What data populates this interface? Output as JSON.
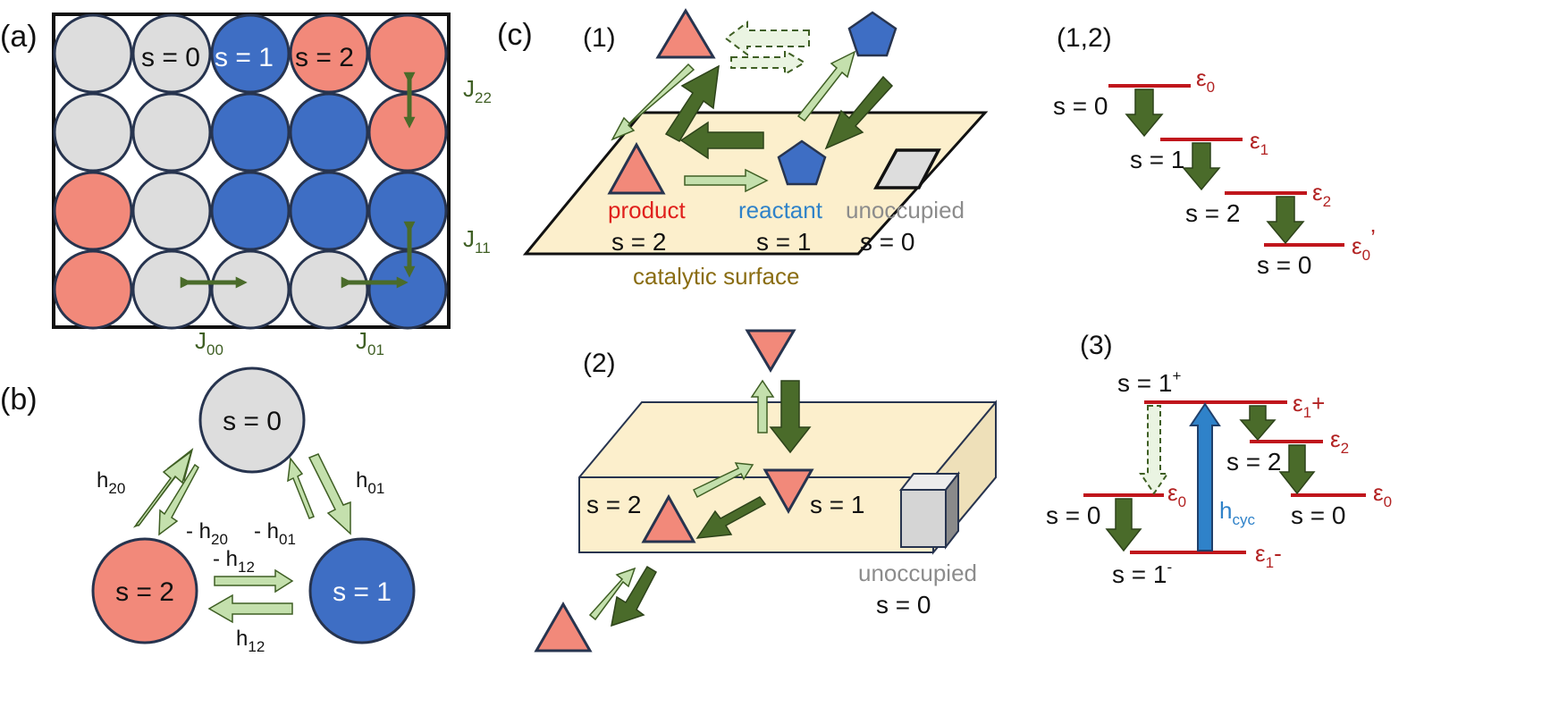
{
  "colors": {
    "grey": "#dddddd",
    "blue": "#3e6ec4",
    "salmon": "#f2897a",
    "border": "#27344f",
    "dark_green": "#4a6b2a",
    "light_green": "#c4e0ad",
    "surface": "#fcefcc",
    "level_red": "#c0161c",
    "product_red": "#e0201c",
    "reactant_blue": "#2f82c9",
    "surface_text": "#8a6d12",
    "hcyc_blue": "#2f82c9"
  },
  "panel_a": {
    "label": "(a)",
    "grid_states": [
      [
        0,
        0,
        1,
        2,
        2
      ],
      [
        0,
        0,
        1,
        1,
        2
      ],
      [
        2,
        0,
        1,
        1,
        1
      ],
      [
        2,
        0,
        0,
        0,
        1
      ]
    ],
    "top_row_labels": {
      "c1": "s = 0",
      "c2": "s = 1",
      "c3": "s = 2"
    },
    "couplings": {
      "j22": "J",
      "j22_sub": "22",
      "j11": "J",
      "j11_sub": "11",
      "j00": "J",
      "j00_sub": "00",
      "j01": "J",
      "j01_sub": "01"
    }
  },
  "panel_b": {
    "label": "(b)",
    "states": {
      "s0": "s = 0",
      "s1": "s = 1",
      "s2": "s = 2"
    },
    "fields": {
      "h20": "h",
      "h20_sub": "20",
      "mh20": "- h",
      "mh20_sub": "20",
      "mh01": "- h",
      "mh01_sub": "01",
      "h01": "h",
      "h01_sub": "01",
      "mh12": "- h",
      "mh12_sub": "12",
      "h12": "h",
      "h12_sub": "12"
    }
  },
  "panel_c": {
    "label": "(c)",
    "sub1": {
      "label": "(1)",
      "product": "product",
      "product_state": "s = 2",
      "reactant": "reactant",
      "reactant_state": "s = 1",
      "unoccupied": "unoccupied",
      "unoccupied_state": "s = 0",
      "surface": "catalytic surface"
    },
    "sub2": {
      "label": "(2)",
      "left_state": "s = 2",
      "right_state": "s = 1",
      "unoccupied": "unoccupied",
      "unoccupied_state": "s = 0"
    },
    "levels12": {
      "label": "(1,2)",
      "states": [
        "s = 0",
        "s = 1",
        "s = 2",
        "s = 0"
      ],
      "eps": [
        "ε",
        "ε",
        "ε",
        "ε"
      ],
      "eps_sub": [
        "0",
        "1",
        "2",
        "0"
      ],
      "prime": "’"
    },
    "levels3": {
      "label": "(3)",
      "s1plus": "s = 1",
      "s1plus_sup": "+",
      "eps1plus": "ε",
      "eps1plus_sub": "1",
      "eps1plus_suffix": "+",
      "s2": "s = 2",
      "eps2": "ε",
      "eps2_sub": "2",
      "s0_left": "s = 0",
      "eps0_left": "ε",
      "eps0_left_sub": "0",
      "s0_right": "s = 0",
      "eps0_right": "ε",
      "eps0_right_sub": "0",
      "s1minus": "s = 1",
      "s1minus_sup": "-",
      "eps1minus": "ε",
      "eps1minus_sub": "1",
      "eps1minus_suffix": "-",
      "hcyc": "h",
      "hcyc_sub": "cyc"
    }
  }
}
